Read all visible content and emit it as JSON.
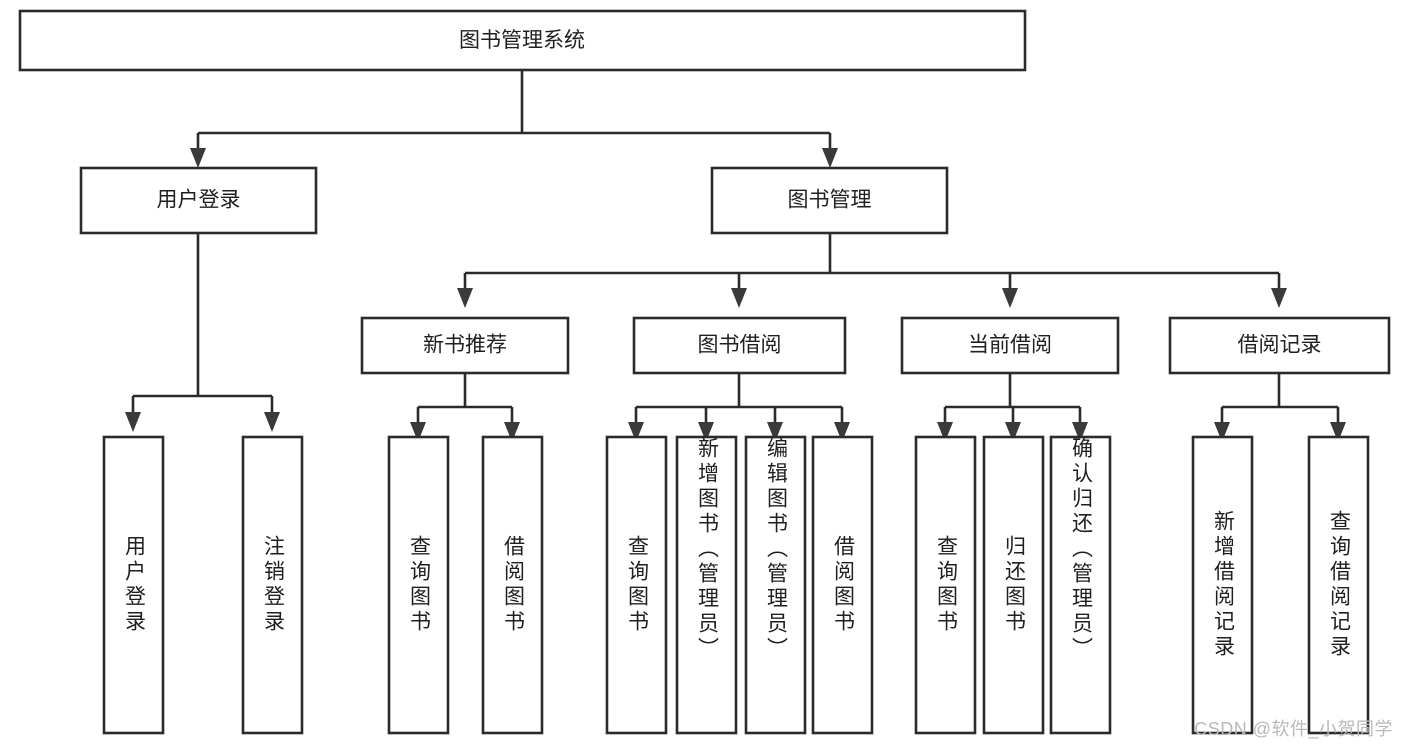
{
  "diagram": {
    "title": "图书管理系统",
    "type": "tree",
    "colors": {
      "box_stroke": "#2b2b2b",
      "box_fill": "#ffffff",
      "connector": "#2b2b2b",
      "text": "#1f1f1f",
      "watermark": "#b9b9b9",
      "background": "#ffffff"
    },
    "root": {
      "label": "图书管理系统"
    },
    "level2": [
      {
        "label": "用户登录"
      },
      {
        "label": "图书管理"
      }
    ],
    "level3": [
      {
        "label": "新书推荐"
      },
      {
        "label": "图书借阅"
      },
      {
        "label": "当前借阅"
      },
      {
        "label": "借阅记录"
      }
    ],
    "leaves": {
      "user_login": [
        {
          "label": "用户登录"
        },
        {
          "label": "注销登录"
        }
      ],
      "new_book_recommend": [
        {
          "label": "查询图书"
        },
        {
          "label": "借阅图书"
        }
      ],
      "book_borrow": [
        {
          "label": "查询图书"
        },
        {
          "label": "新增图书（管理员）"
        },
        {
          "label": "编辑图书（管理员）"
        },
        {
          "label": "借阅图书"
        }
      ],
      "current_borrow": [
        {
          "label": "查询图书"
        },
        {
          "label": "归还图书"
        },
        {
          "label": "确认归还（管理员）"
        }
      ],
      "borrow_record": [
        {
          "label": "新增借阅记录"
        },
        {
          "label": "查询借阅记录"
        }
      ]
    }
  },
  "watermark": {
    "text": "CSDN @软件_小贺同学"
  }
}
